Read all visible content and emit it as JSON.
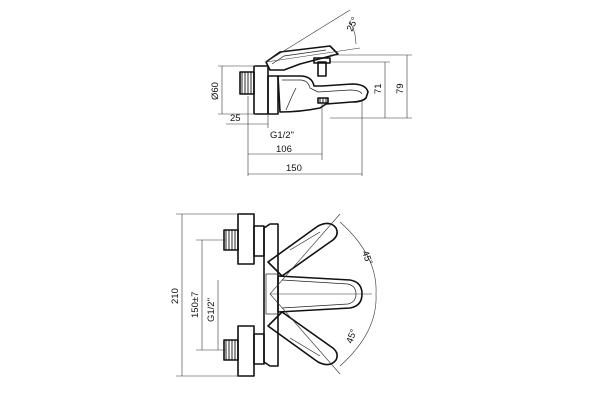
{
  "drawing": {
    "side_view": {
      "dims": {
        "angle_handle": "25°",
        "diameter": "Ø60",
        "height_71": "71",
        "height_79": "79",
        "wall_25": "25",
        "thread": "G1/2\"",
        "dist_106": "106",
        "dist_150": "150"
      }
    },
    "top_view": {
      "dims": {
        "overall_210": "210",
        "centers": "150±7",
        "thread": "G1/2\"",
        "angle_upper": "45°",
        "angle_lower": "45°"
      }
    }
  }
}
